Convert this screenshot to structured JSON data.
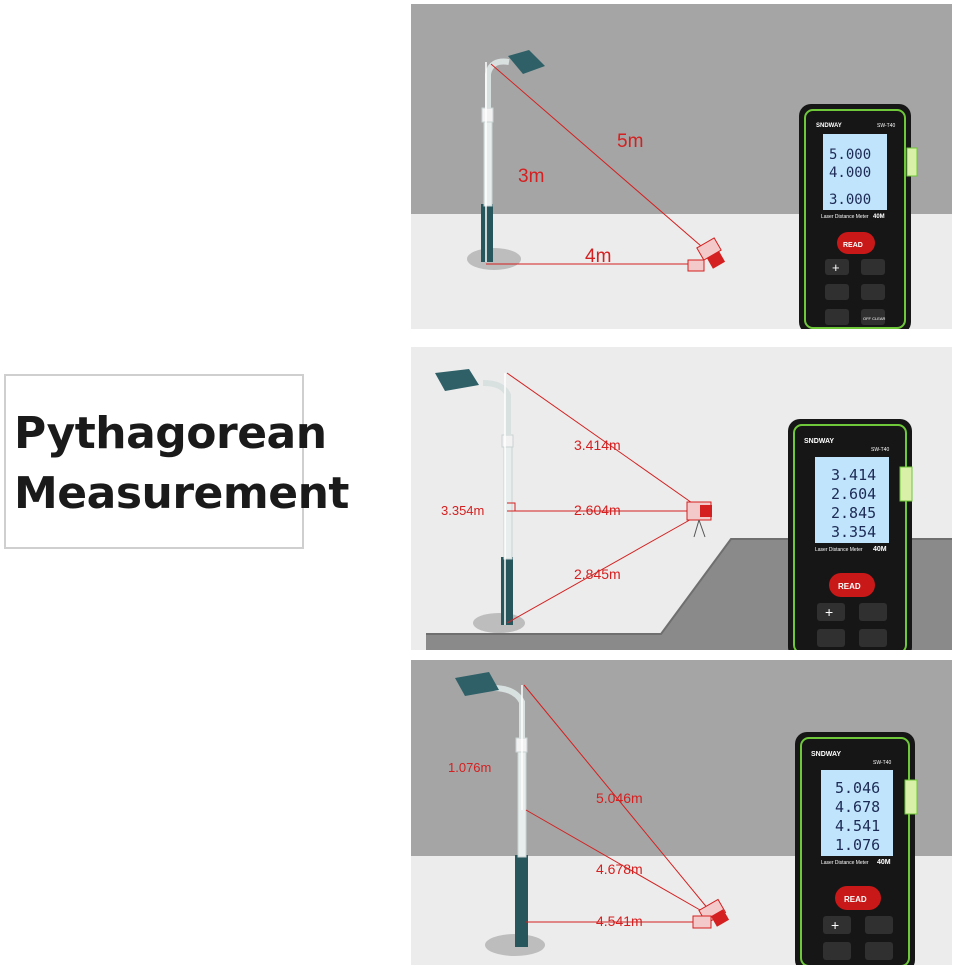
{
  "title": {
    "line1": "Pythagorean",
    "line2": "Measurement"
  },
  "colors": {
    "measure_red": "#d42020",
    "device_green": "#6fc83a",
    "lcd_blue": "#bfe4fb"
  },
  "device": {
    "brand": "SNDWAY",
    "model": "SW-T40",
    "caption": "Laser Distance Meter",
    "range": "40M",
    "read_button": "READ",
    "clear_label": "OFF CLEAR",
    "plus_symbol": "+"
  },
  "panels": [
    {
      "labels": {
        "hyp": "5m",
        "vert": "3m",
        "base": "4m"
      },
      "readings": [
        "5.000",
        "4.000",
        "3.000"
      ]
    },
    {
      "labels": {
        "top": "3.414m",
        "result": "3.354m",
        "perp": "2.604m",
        "bottom": "2.845m"
      },
      "readings": [
        "3.414",
        "2.604",
        "2.845",
        "3.354"
      ]
    },
    {
      "labels": {
        "result": "1.076m",
        "top": "5.046m",
        "mid": "4.678m",
        "bottom": "4.541m"
      },
      "readings": [
        "5.046",
        "4.678",
        "4.541",
        "1.076"
      ]
    }
  ]
}
